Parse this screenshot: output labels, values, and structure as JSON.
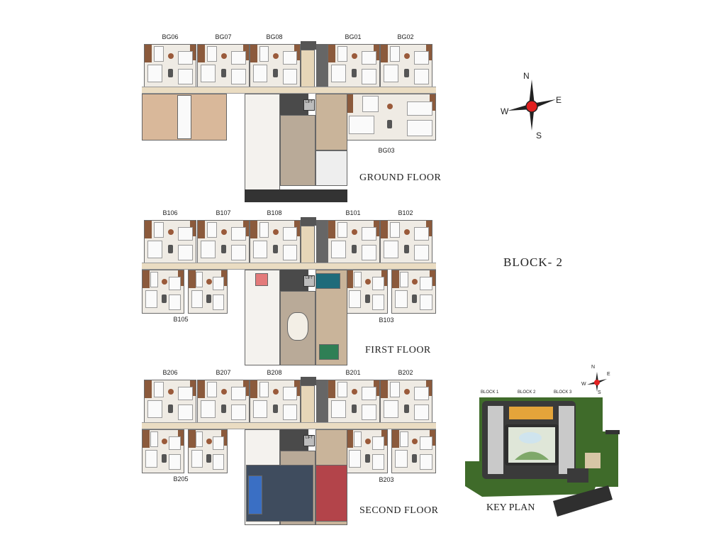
{
  "block_title": "BLOCK- 2",
  "compass": {
    "n": "N",
    "s": "S",
    "e": "E",
    "w": "W"
  },
  "floors": [
    {
      "title": "GROUND FLOOR",
      "top_units": [
        "BG06",
        "BG07",
        "BG08",
        "BG01",
        "BG02"
      ],
      "bottom_left": "",
      "bottom_right": "BG03"
    },
    {
      "title": "FIRST FLOOR",
      "top_units": [
        "B106",
        "B107",
        "B108",
        "B101",
        "B102"
      ],
      "bottom_left": "B105",
      "bottom_right": "B103"
    },
    {
      "title": "SECOND FLOOR",
      "top_units": [
        "B206",
        "B207",
        "B208",
        "B201",
        "B202"
      ],
      "bottom_left": "B205",
      "bottom_right": "B203"
    }
  ],
  "lift_label": "LIFT",
  "key_plan": {
    "title": "KEY PLAN",
    "blocks": [
      "BLOCK 1",
      "BLOCK 2",
      "BLOCK 3"
    ],
    "compass": {
      "n": "N",
      "s": "S",
      "e": "E",
      "w": "W"
    }
  }
}
